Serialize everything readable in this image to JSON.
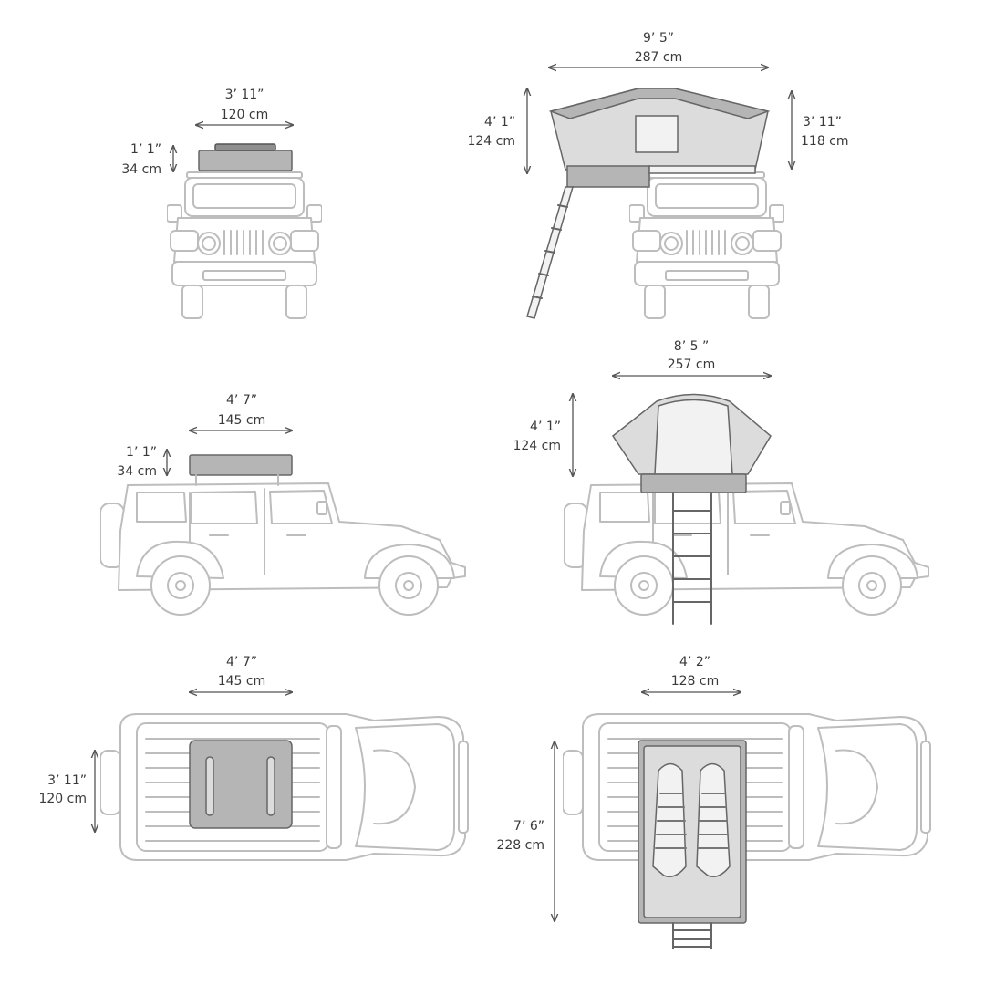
{
  "front_closed": {
    "width_imperial": "3’ 11”",
    "width_metric": "120 cm",
    "height_imperial": "1’ 1”",
    "height_metric": "34 cm"
  },
  "front_open": {
    "width_imperial": "9’ 5”",
    "width_metric": "287 cm",
    "total_height_imperial": "4’ 1”",
    "total_height_metric": "124 cm",
    "height_imperial": "3’ 11”",
    "height_metric": "118 cm"
  },
  "side_closed": {
    "length_imperial": "4’ 7”",
    "length_metric": "145 cm",
    "height_imperial": "1’ 1”",
    "height_metric": "34 cm"
  },
  "side_open": {
    "length_imperial": "8’ 5 ”",
    "length_metric": "257 cm",
    "height_imperial": "4’ 1”",
    "height_metric": "124 cm"
  },
  "top_closed": {
    "length_imperial": "4’ 7”",
    "length_metric": "145 cm",
    "width_imperial": "3’ 11”",
    "width_metric": "120 cm"
  },
  "top_open": {
    "width_imperial": "4’ 2”",
    "width_metric": "128 cm",
    "length_imperial": "7’ 6”",
    "length_metric": "228 cm"
  }
}
